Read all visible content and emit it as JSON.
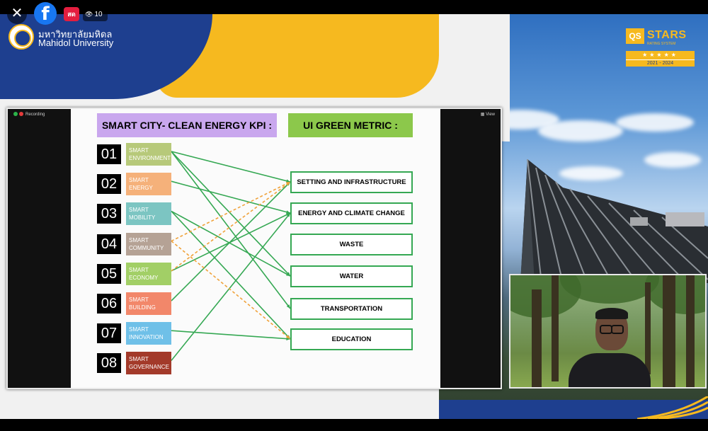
{
  "topbar": {
    "close_icon": "close-icon",
    "facebook_icon": "facebook-logo",
    "facebook_glyph": "f",
    "live_label": "สด",
    "viewer_count": "10"
  },
  "branding": {
    "university_thai": "มหาวิทยาลัยมหิดล",
    "university_en": "Mahidol University",
    "qs": {
      "box": "QS",
      "stars_label": "STARS",
      "subtitle": "RATING SYSTEM",
      "rating_stars": "★★★★★",
      "years": "2021 - 2024"
    }
  },
  "share_window": {
    "recording_label": "Recording",
    "view_label": "View"
  },
  "slide": {
    "title_left": "SMART CITY- CLEAN ENERGY KPI :",
    "title_right": "UI GREEN METRIC :",
    "kpis": [
      {
        "num": "01",
        "line1": "SMART",
        "line2": "ENVIRONMENT",
        "color": "#b7c97a"
      },
      {
        "num": "02",
        "line1": "SMART",
        "line2": "ENERGY",
        "color": "#f5b17a"
      },
      {
        "num": "03",
        "line1": "SMART",
        "line2": "MOBILITY",
        "color": "#7cc5c2"
      },
      {
        "num": "04",
        "line1": "SMART",
        "line2": "COMMUNITY",
        "color": "#b5a295"
      },
      {
        "num": "05",
        "line1": "SMART",
        "line2": "ECONOMY",
        "color": "#a2cf66"
      },
      {
        "num": "06",
        "line1": "SMART",
        "line2": "BUILDING",
        "color": "#f2876a"
      },
      {
        "num": "07",
        "line1": "SMART",
        "line2": "INNOVATION",
        "color": "#6fc0e8"
      },
      {
        "num": "08",
        "line1": "SMART",
        "line2": "GOVERNANCE",
        "color": "#a33a2a"
      }
    ],
    "metrics": [
      "SETTING AND INFRASTRUCTURE",
      "ENERGY AND CLIMATE CHANGE",
      "WASTE",
      "WATER",
      "TRANSPORTATION",
      "EDUCATION"
    ],
    "connections": {
      "solid_color": "#35a853",
      "dashed_color": "#f0a23a",
      "solid": [
        [
          0,
          0
        ],
        [
          0,
          3
        ],
        [
          0,
          4
        ],
        [
          1,
          1
        ],
        [
          2,
          5
        ],
        [
          2,
          3
        ],
        [
          4,
          1
        ],
        [
          5,
          0
        ],
        [
          6,
          5
        ],
        [
          7,
          1
        ]
      ],
      "dashed": [
        [
          3,
          0
        ],
        [
          3,
          5
        ],
        [
          4,
          0
        ]
      ]
    }
  },
  "colors": {
    "brand_blue": "#1e3f8f",
    "brand_yellow": "#f6b91f",
    "title_left_bg": "#c9a7ee",
    "title_right_bg": "#8cc84b",
    "metric_border": "#35a853"
  },
  "webcam": {
    "subject": "presenter"
  }
}
